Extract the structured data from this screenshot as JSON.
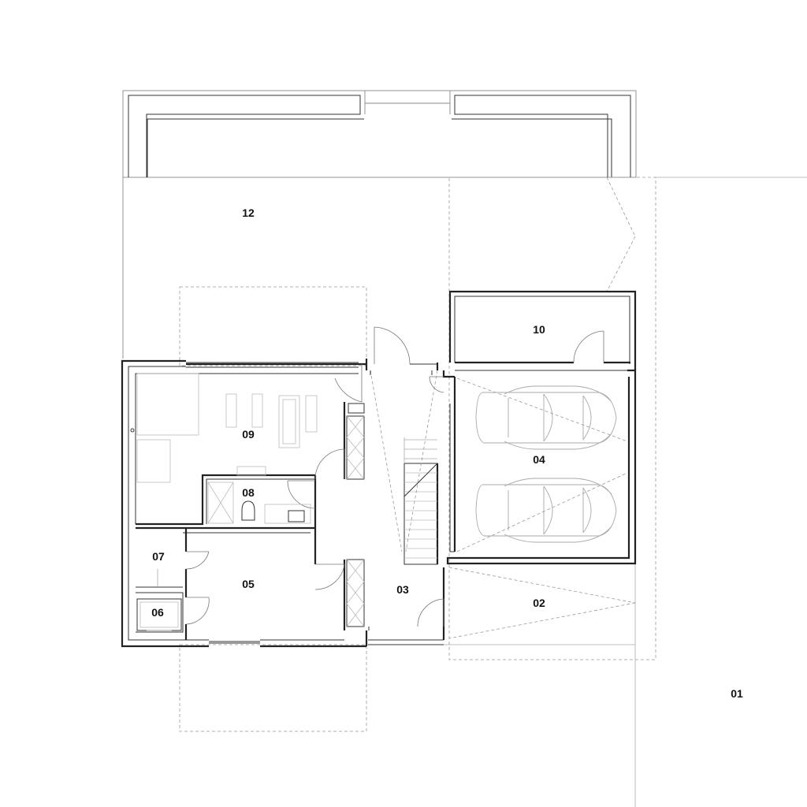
{
  "rooms": [
    {
      "id": "01"
    },
    {
      "id": "02"
    },
    {
      "id": "03"
    },
    {
      "id": "04"
    },
    {
      "id": "05"
    },
    {
      "id": "06"
    },
    {
      "id": "07"
    },
    {
      "id": "08"
    },
    {
      "id": "09"
    },
    {
      "id": "10"
    },
    {
      "id": "12"
    }
  ]
}
